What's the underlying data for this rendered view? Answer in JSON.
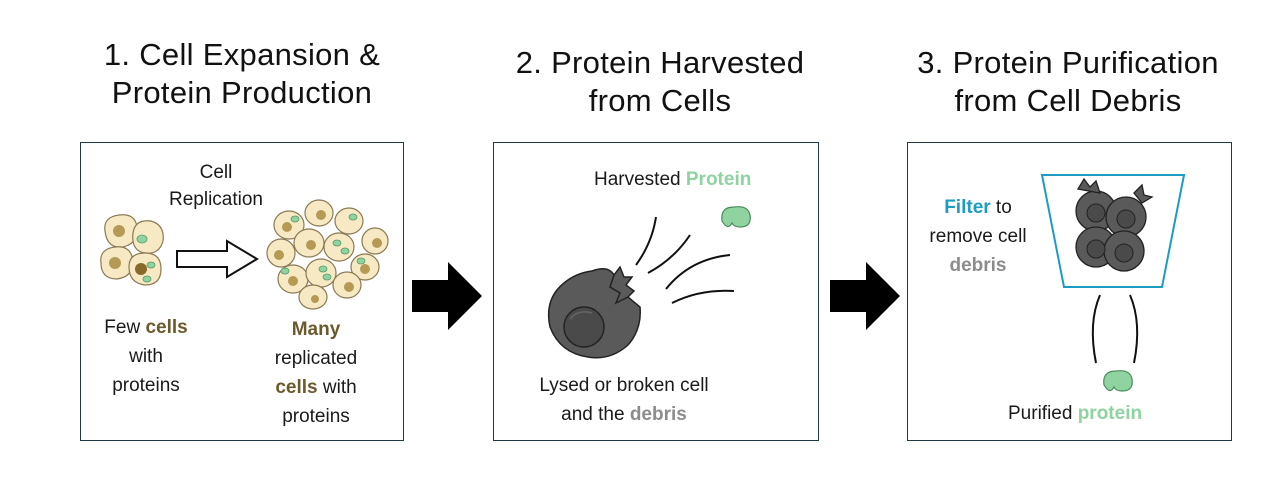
{
  "steps": [
    {
      "title_line1": "1. Cell Expansion &",
      "title_line2": "Protein Production",
      "replication_line1": "Cell",
      "replication_line2": "Replication",
      "few_prefix": "Few ",
      "few_cells": "cells",
      "few_line2": "with",
      "few_line3": "proteins",
      "many": "Many",
      "many_line2": "replicated",
      "many_cells": "cells",
      "many_with": " with",
      "many_line4": "proteins"
    },
    {
      "title_line1": "2. Protein Harvested",
      "title_line2": "from Cells",
      "harvested_prefix": "Harvested ",
      "harvested_protein": "Protein",
      "lysed_line1": "Lysed or broken cell",
      "lysed_prefix": "and the ",
      "lysed_debris": "debris"
    },
    {
      "title_line1": "3. Protein Purification",
      "title_line2": "from Cell Debris",
      "filter": "Filter",
      "filter_to": " to",
      "remove_line": "remove cell",
      "debris": "debris",
      "purified_prefix": "Purified ",
      "purified_protein": "protein"
    }
  ],
  "colors": {
    "cell_fill": "#f6e9c4",
    "nucleus": "#b59a55",
    "protein": "#8fd3a1",
    "lysed_cell": "#5a5a5a",
    "filter": "#1e9bc3",
    "panel_border": "#1f3a44"
  },
  "icons": [
    "big-arrow-icon",
    "hollow-arrow-icon",
    "lysed-cell-icon",
    "filter-icon",
    "protein-icon",
    "cell-icon"
  ]
}
